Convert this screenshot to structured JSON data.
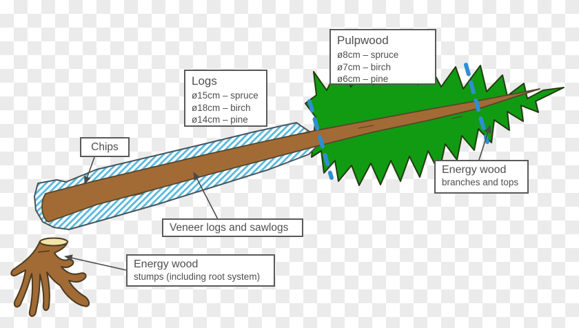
{
  "diagram": {
    "title": "Tree stemwood assortments (felled spruce) diagram",
    "boxes": {
      "pulpwood": {
        "title": "Pulpwood",
        "lines": [
          "ø8cm – spruce",
          "ø7cm – birch",
          "ø6cm – pine"
        ]
      },
      "logs": {
        "title": "Logs",
        "lines": [
          "ø15cm – spruce",
          "ø18cm – birch",
          "ø14cm – pine"
        ]
      },
      "chips": {
        "label": "Chips"
      },
      "veneer": {
        "label": "Veneer logs and sawlogs"
      },
      "energy_wood_branches": {
        "title": "Energy wood",
        "subtitle": "branches and tops"
      },
      "energy_wood_stumps": {
        "title": "Energy wood",
        "subtitle": "stumps (including root system)"
      }
    },
    "figures": {
      "foliage": "felled-spruce-crown",
      "trunk": "tree-trunk",
      "chip_layer": "hatched-chip-layer",
      "stump": "stump-with-roots",
      "cut_lines": "blue-dashed-cut-lines (2)"
    },
    "colors": {
      "foliage": "#119b12",
      "foliage_outline": "#243a10",
      "trunk": "#a26b35",
      "trunk_outline": "#56452c",
      "stump_cut": "#f2e3a8",
      "hatch": "#57b8dc",
      "hatch_outline": "#45545c",
      "dash": "#2e8fd0",
      "leader": "#4a4a4a",
      "box_border": "#58595b",
      "ink": "#4e4e50",
      "checker": "#ebebeb"
    }
  }
}
